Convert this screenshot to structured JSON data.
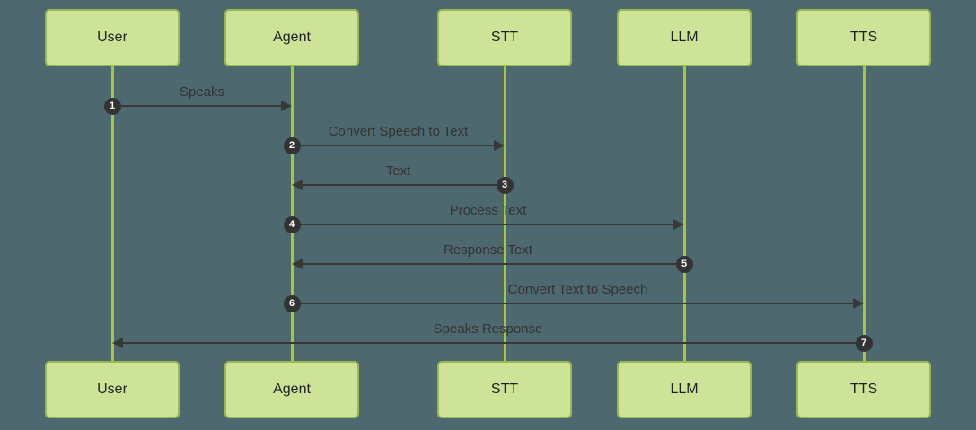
{
  "diagram": {
    "type": "sequence",
    "actors": [
      {
        "name": "User"
      },
      {
        "name": "Agent"
      },
      {
        "name": "STT"
      },
      {
        "name": "LLM"
      },
      {
        "name": "TTS"
      }
    ],
    "messages": [
      {
        "num": "1",
        "label": "Speaks",
        "from": "User",
        "to": "Agent"
      },
      {
        "num": "2",
        "label": "Convert Speech to Text",
        "from": "Agent",
        "to": "STT"
      },
      {
        "num": "3",
        "label": "Text",
        "from": "STT",
        "to": "Agent"
      },
      {
        "num": "4",
        "label": "Process Text",
        "from": "Agent",
        "to": "LLM"
      },
      {
        "num": "5",
        "label": "Response Text",
        "from": "LLM",
        "to": "Agent"
      },
      {
        "num": "6",
        "label": "Convert Text to Speech",
        "from": "Agent",
        "to": "TTS"
      },
      {
        "num": "7",
        "label": "Speaks Response",
        "from": "TTS",
        "to": "User"
      }
    ]
  },
  "colors": {
    "background": "#4D686E",
    "actor_fill": "#CDE498",
    "actor_border": "#9BB84F",
    "lifeline": "#A6C73C",
    "arrow": "#383838",
    "message_text": "#333333",
    "actor_text": "#1F1F1F",
    "badge_fill": "#333333",
    "badge_text": "#FFFFFF"
  }
}
